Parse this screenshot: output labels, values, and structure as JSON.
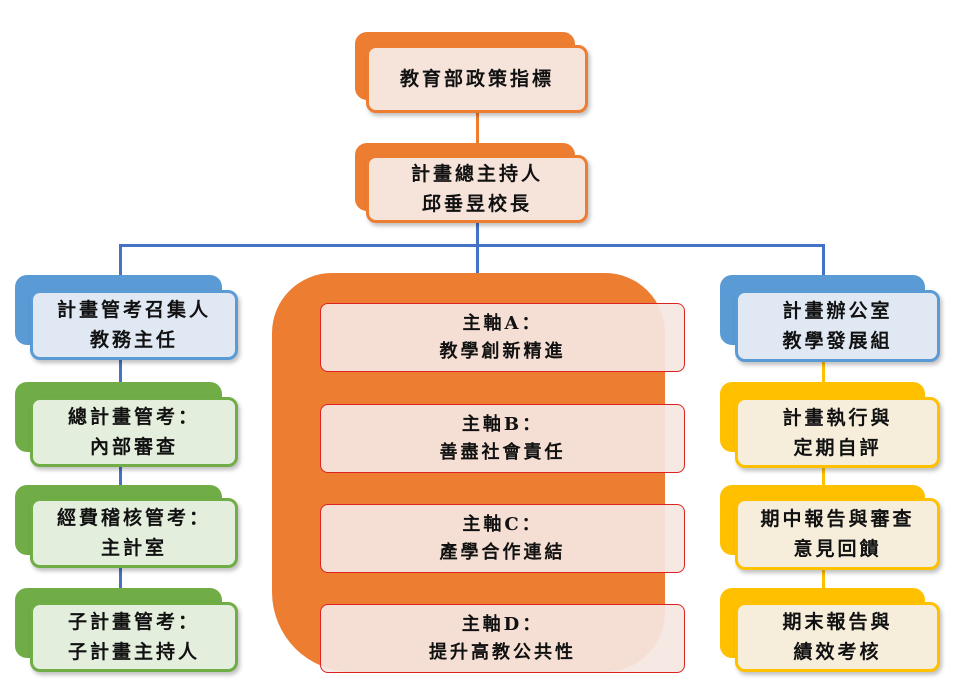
{
  "colors": {
    "orange": "#ed7d31",
    "blue": "#5b9bd5",
    "green": "#70ad47",
    "yellow": "#ffc000",
    "axis_border": "#dd2222"
  },
  "top": {
    "line1": "教育部政策指標"
  },
  "leader": {
    "line1": "計畫總主持人",
    "line2": "邱垂昱校長"
  },
  "left": [
    {
      "line1": "計畫管考召集人",
      "line2": "教務主任"
    },
    {
      "line1": "總計畫管考：",
      "line2": "內部審查"
    },
    {
      "line1": "經費稽核管考：",
      "line2": "主計室"
    },
    {
      "line1": "子計畫管考：",
      "line2": "子計畫主持人"
    }
  ],
  "axes": [
    {
      "line1": "主軸A：",
      "line2": "教學創新精進"
    },
    {
      "line1": "主軸B：",
      "line2": "善盡社會責任"
    },
    {
      "line1": "主軸C：",
      "line2": "產學合作連結"
    },
    {
      "line1": "主軸D：",
      "line2": "提升高教公共性"
    }
  ],
  "right": [
    {
      "line1": "計畫辦公室",
      "line2": "教學發展組"
    },
    {
      "line1": "計畫執行與",
      "line2": "定期自評"
    },
    {
      "line1": "期中報告與審查",
      "line2": "意見回饋"
    },
    {
      "line1": "期末報告與",
      "line2": "績效考核"
    }
  ]
}
